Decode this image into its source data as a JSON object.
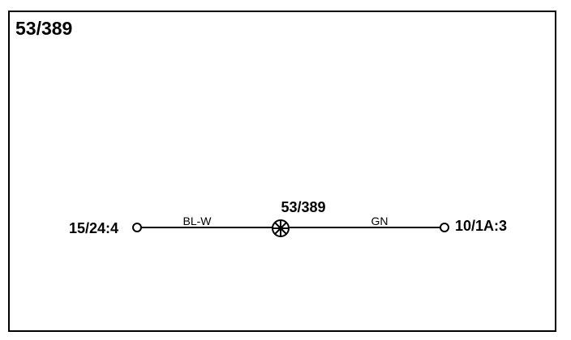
{
  "title": "53/389",
  "connector_left": {
    "label": "15/24:4"
  },
  "connector_right": {
    "label": "10/1A:3"
  },
  "wire_left": {
    "color_code": "BL-W"
  },
  "wire_right": {
    "color_code": "GN"
  },
  "splice": {
    "label": "53/389",
    "icon": "splice-icon"
  },
  "colors": {
    "line": "#000000",
    "background": "#ffffff"
  }
}
